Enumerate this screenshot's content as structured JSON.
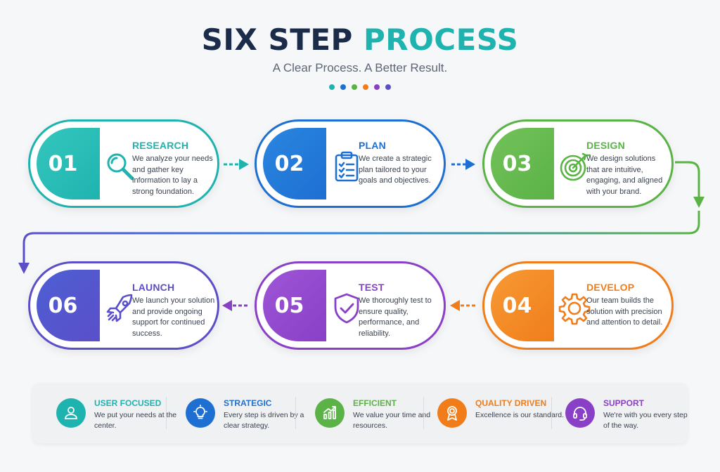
{
  "header": {
    "title_part1": "SIX STEP",
    "title_part2": "PROCESS",
    "subtitle": "A Clear Process. A Better Result.",
    "dot_colors": [
      "#1fb3b0",
      "#1e6fd2",
      "#5bb246",
      "#f07d1a",
      "#8a3fc7",
      "#5b4fc9"
    ]
  },
  "steps": [
    {
      "number": "01",
      "title": "RESEARCH",
      "description": "We analyze your needs and gather key information to lay a strong foundation.",
      "icon": "magnifier-icon",
      "color": "#1fb3b0",
      "color_light": "#35c7bd"
    },
    {
      "number": "02",
      "title": "PLAN",
      "description": "We create a strategic plan tailored to your goals and objectives.",
      "icon": "clipboard-checklist-icon",
      "color": "#1e6fd2",
      "color_light": "#2a86e0"
    },
    {
      "number": "03",
      "title": "DESIGN",
      "description": "We design solutions that are intuitive, engaging, and aligned with your brand.",
      "icon": "target-icon",
      "color": "#5bb246",
      "color_light": "#72c25a"
    },
    {
      "number": "04",
      "title": "DEVELOP",
      "description": "Our team builds the solution with precision and attention to detail.",
      "icon": "gear-icon",
      "color": "#f07d1a",
      "color_light": "#f79a35"
    },
    {
      "number": "05",
      "title": "TEST",
      "description": "We thoroughly test to ensure quality, performance, and reliability.",
      "icon": "shield-check-icon",
      "color": "#8a3fc7",
      "color_light": "#9e55d6"
    },
    {
      "number": "06",
      "title": "LAUNCH",
      "description": "We launch your solution and provide ongoing support for continued success.",
      "icon": "rocket-icon",
      "color": "#5b4fc9",
      "color_light": "#4d5fd4"
    }
  ],
  "features": [
    {
      "title": "USER FOCUSED",
      "description": "We put your needs at the center.",
      "icon": "user-icon",
      "color": "#1fb3b0"
    },
    {
      "title": "STRATEGIC",
      "description": "Every step is driven by a clear strategy.",
      "icon": "lightbulb-icon",
      "color": "#1e6fd2"
    },
    {
      "title": "EFFICIENT",
      "description": "We value your time and resources.",
      "icon": "growth-chart-icon",
      "color": "#5bb246"
    },
    {
      "title": "QUALITY DRIVEN",
      "description": "Excellence is our standard.",
      "icon": "award-ribbon-icon",
      "color": "#f07d1a"
    },
    {
      "title": "SUPPORT",
      "description": "We're with you every step of the way.",
      "icon": "headset-icon",
      "color": "#8a3fc7"
    }
  ]
}
